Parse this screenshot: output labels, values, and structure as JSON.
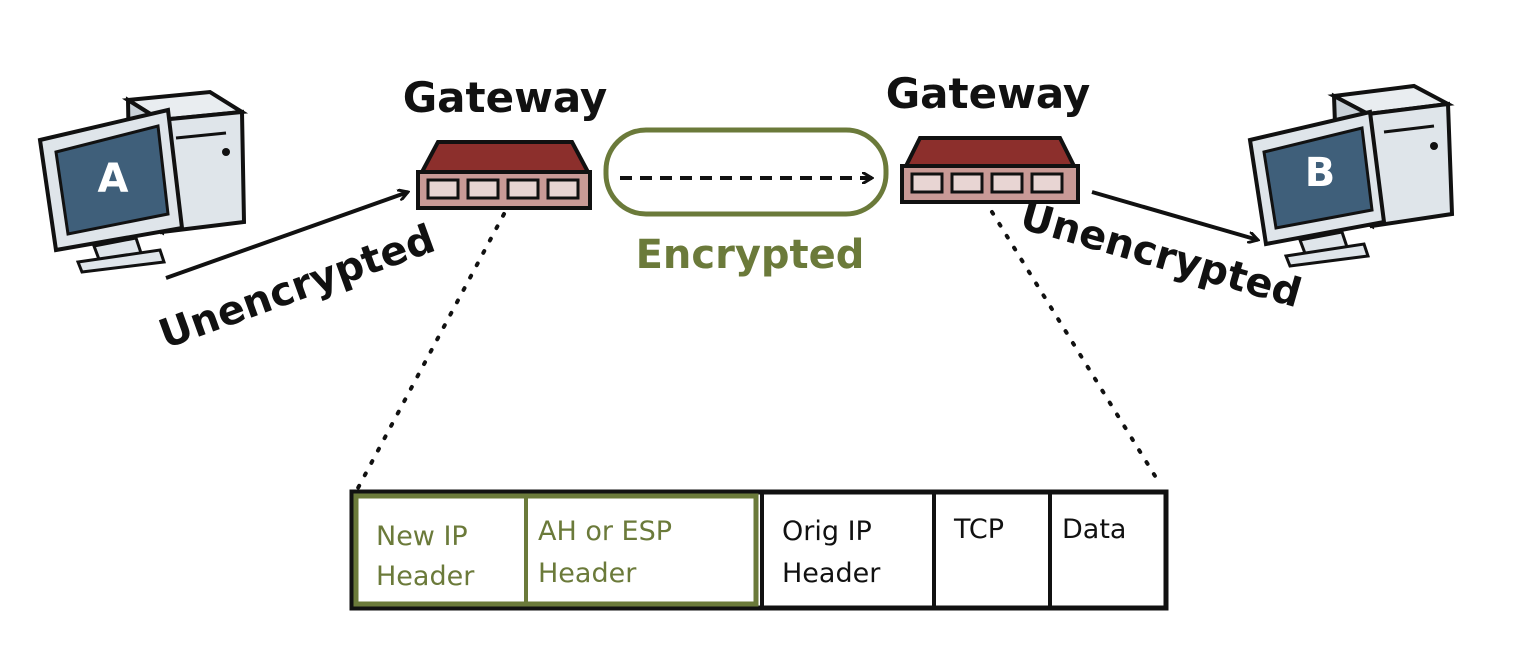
{
  "colors": {
    "ink": "#111111",
    "accent_green": "#6b7a3a",
    "monitor_screen": "#3f5f7a",
    "monitor_body": "#dfe5ea",
    "gateway_top": "#8c2f2c",
    "gateway_body": "#c99a96"
  },
  "hosts": {
    "a": {
      "letter": "A"
    },
    "b": {
      "letter": "B"
    }
  },
  "gateways": {
    "left_label": "Gateway",
    "right_label": "Gateway"
  },
  "links": {
    "left_label": "Unencrypted",
    "tunnel_label": "Encrypted",
    "right_label": "Unencrypted"
  },
  "packet": {
    "cells": [
      {
        "line1": "New IP",
        "line2": "Header",
        "encrypted_tunnel": true
      },
      {
        "line1": "AH or ESP",
        "line2": "Header",
        "encrypted_tunnel": true
      },
      {
        "line1": "Orig IP",
        "line2": "Header",
        "encrypted_tunnel": false
      },
      {
        "line1": "TCP",
        "line2": "",
        "encrypted_tunnel": false
      },
      {
        "line1": "Data",
        "line2": "",
        "encrypted_tunnel": false
      }
    ]
  }
}
